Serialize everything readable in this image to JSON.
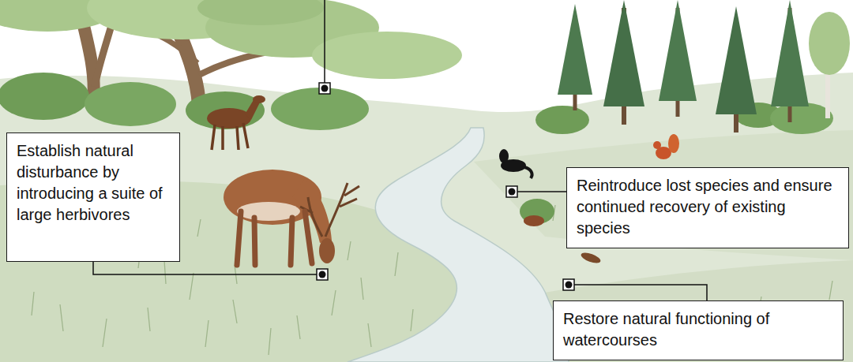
{
  "diagram": {
    "nodes": [
      {
        "text": [
          "Establish natural disturbance by introducing a suite of large herbivores"
        ]
      },
      {
        "text": [
          "Reintroduce lost species and ensure continued recovery of existing species"
        ]
      },
      {
        "text": [
          "Restore natural functioning of watercourses"
        ]
      }
    ]
  }
}
